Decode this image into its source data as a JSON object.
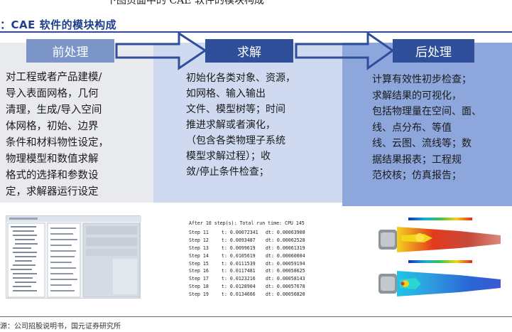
{
  "header_fragment": "下图页面中的 CAE 软件的模块构成",
  "figure_title": "：CAE 软件的模块构成",
  "stages": [
    {
      "key": "pre",
      "title": "前处理",
      "lines": [
        "对工程或者产品建模/",
        "导入表面网格，几何",
        "清理，生成/导入空间",
        "体网格，初始、边界",
        "条件和材料物性设定，",
        "物理模型和数值求解",
        "格式的选择和参数设",
        "定，求解器运行设定"
      ]
    },
    {
      "key": "solve",
      "title": "求解",
      "lines": [
        "初始化各类对象、资源，",
        "如网格、输入输出",
        "文件、模型树等；时间",
        "推进求解或者演化，",
        "（包含各类物理子系统",
        "模型求解过程）；收",
        "敛/停止条件检查；"
      ]
    },
    {
      "key": "post",
      "title": "后处理",
      "lines": [
        "计算有效性初步检查；",
        "求解结果的可视化，",
        "包括物理量在空间、面、",
        "线、点分布、等值",
        "线、云图、流线等；数",
        "据结果报表；工程规",
        "范校核；仿真报告；"
      ]
    }
  ],
  "solver_log": {
    "header": "After 10 step(s): Total run time: CPU 145",
    "rows": [
      {
        "step": "Step 11",
        "t": "t: 0.00072341",
        "dt": "dt: 0.00063908"
      },
      {
        "step": "Step 12",
        "t": "t: 0.0093487",
        "dt": "dt: 0.00062528"
      },
      {
        "step": "Step 13",
        "t": "t: 0.0099619",
        "dt": "dt: 0.00061319"
      },
      {
        "step": "Step 14",
        "t": "t: 0.0105619",
        "dt": "dt: 0.00060004"
      },
      {
        "step": "Step 15",
        "t": "t: 0.0111539",
        "dt": "dt: 0.00059194"
      },
      {
        "step": "Step 16",
        "t": "t: 0.0117481",
        "dt": "dt: 0.00058625"
      },
      {
        "step": "Step 17",
        "t": "t: 0.0123216",
        "dt": "dt: 0.00058143"
      },
      {
        "step": "Step 18",
        "t": "t: 0.0128904",
        "dt": "dt: 0.00057678"
      },
      {
        "step": "Step 19",
        "t": "t: 0.0134666",
        "dt": "dt: 0.00056820"
      }
    ]
  },
  "source": "源：公司招股说明书，国元证券研究所",
  "colors": {
    "title_blue": "#1f3f8a",
    "header_dark": "#2f4f9a",
    "header_light": "#7b95c9",
    "panel_pre": "#e8eaee",
    "panel_solve": "#cfdaf0",
    "panel_post": "#8da7dc"
  }
}
